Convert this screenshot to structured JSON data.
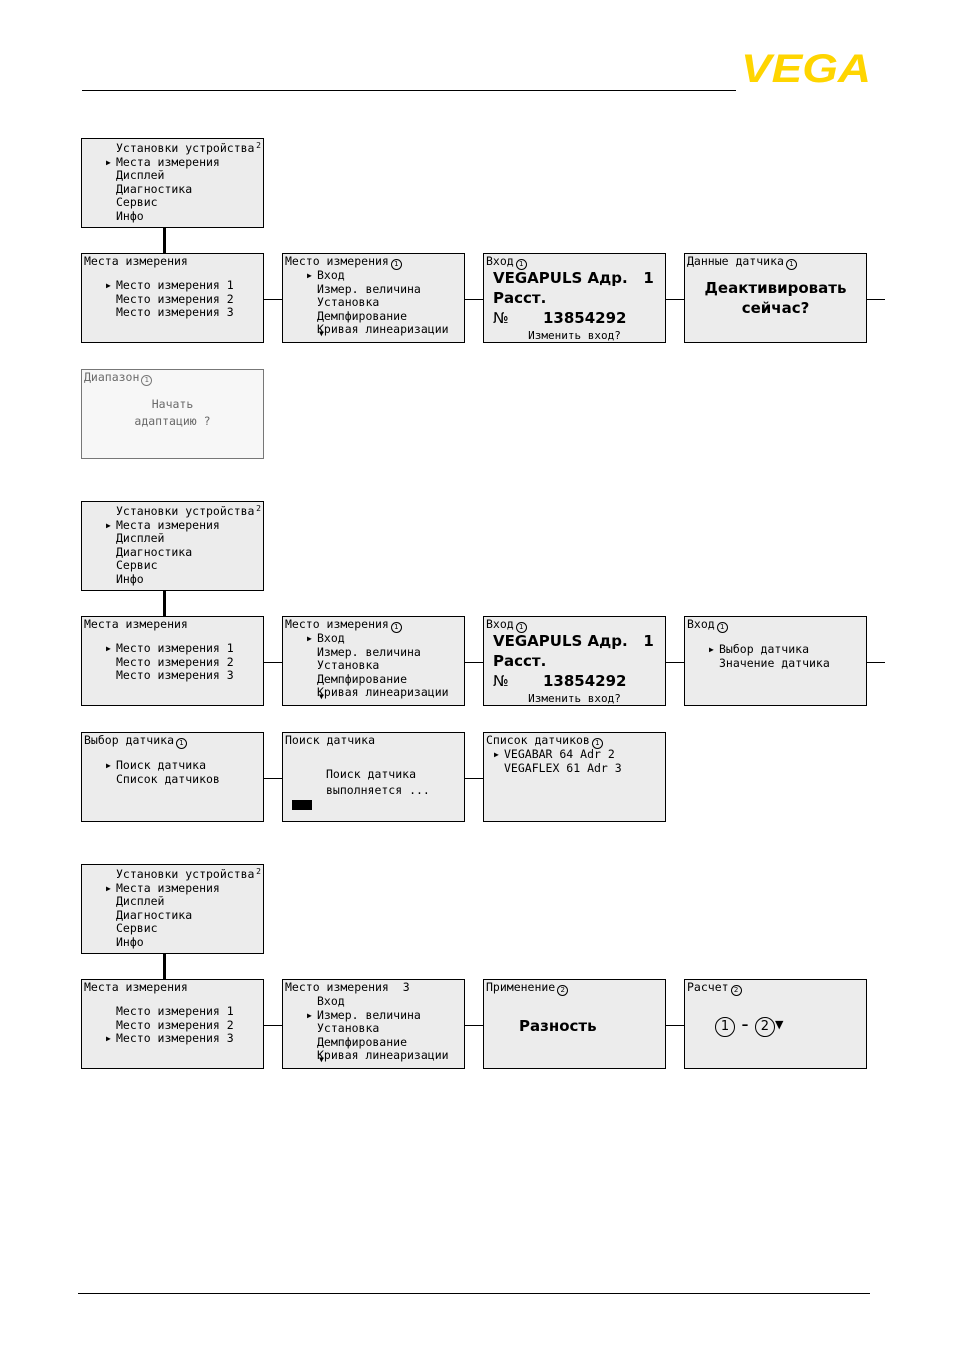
{
  "header": {
    "logo_text": "VEGA",
    "brand_color": "#ffd500"
  },
  "circles": {
    "one": "1",
    "two": "2"
  },
  "superscript": "2",
  "down_arrow": "▼",
  "main_menu": {
    "items": [
      "Установки устройства",
      "Места измерения",
      "Дисплей",
      "Диагностика",
      "Сервис",
      "Инфо"
    ]
  },
  "places": {
    "title": "Места измерения",
    "items": [
      "Место измерения 1",
      "Место измерения 2",
      "Место измерения 3"
    ]
  },
  "place": {
    "title": "Место измерения",
    "title3": "Место измерения  3",
    "items": [
      "Вход",
      "Измер. величина",
      "Установка",
      "Демпфирование",
      "Кривая линеаризации"
    ]
  },
  "input": {
    "title": "Вход",
    "line1": "VEGAPULS Адр.   1",
    "line2": "Расст.",
    "line3_label": "№",
    "line3_value": "13854292",
    "line4": "Изменить вход?"
  },
  "sensor_data": {
    "title": "Данные датчика",
    "line1": "Деактивировать",
    "line2": "сейчас?"
  },
  "range": {
    "title": "Диапазон",
    "line1": "Начать",
    "line2": "адаптацию ?"
  },
  "input_menu": {
    "title": "Вход",
    "items": [
      "Выбор датчика",
      "Значение датчика"
    ]
  },
  "sensor_select": {
    "title": "Выбор датчика",
    "items": [
      "Поиск датчика",
      "Список датчиков"
    ]
  },
  "sensor_search": {
    "title": "Поиск датчика",
    "line1": "Поиск датчика",
    "line2": "выполняется ..."
  },
  "sensor_list": {
    "title": "Список датчиков",
    "items": [
      "VEGABAR 64 Adr 2",
      "VEGAFLEX 61 Adr 3"
    ]
  },
  "application": {
    "title": "Применение",
    "value": "Разность"
  },
  "calculation": {
    "title": "Расчет",
    "operator": "-",
    "dropdown": "▼"
  }
}
